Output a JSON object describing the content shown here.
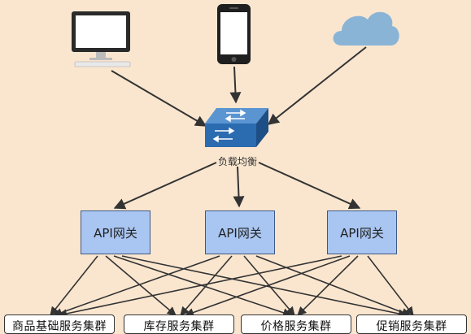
{
  "load_balancer": {
    "label": "负载均衡"
  },
  "gateways": [
    {
      "label": "API网关"
    },
    {
      "label": "API网关"
    },
    {
      "label": "API网关"
    }
  ],
  "services": [
    {
      "label": "商品基础服务集群"
    },
    {
      "label": "库存服务集群"
    },
    {
      "label": "价格服务集群"
    },
    {
      "label": "促销服务集群"
    }
  ],
  "colors": {
    "background": "#fae6cf",
    "gateway_fill": "#a9c6f2",
    "switch_fill": "#2b6bb0",
    "cloud_fill": "#8ab4d6",
    "arrow": "#333333"
  },
  "icons": [
    "desktop-monitor-icon",
    "smartphone-icon",
    "cloud-icon",
    "network-switch-icon"
  ]
}
